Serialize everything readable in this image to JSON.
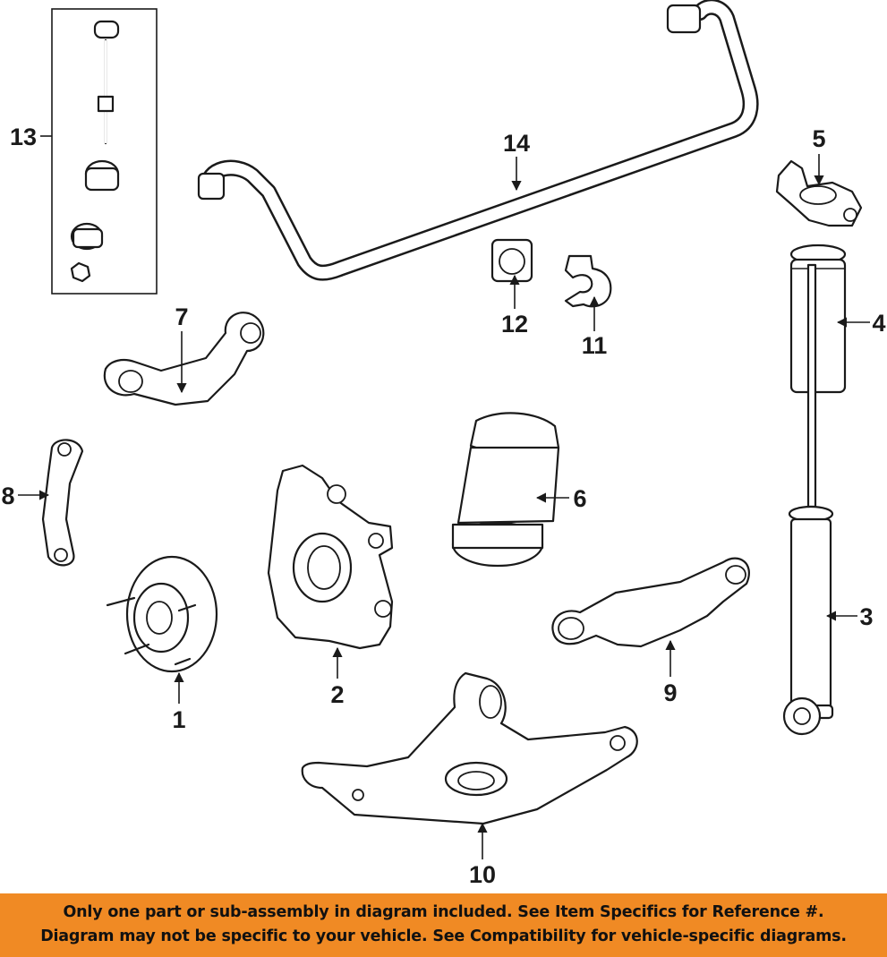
{
  "colors": {
    "banner_background": "#f08a24",
    "line_art": "#1a1a1a"
  },
  "callouts": {
    "c1": "1",
    "c2": "2",
    "c3": "3",
    "c4": "4",
    "c5": "5",
    "c6": "6",
    "c7": "7",
    "c8": "8",
    "c9": "9",
    "c10": "10",
    "c11": "11",
    "c12": "12",
    "c13": "13",
    "c14": "14"
  },
  "banner": {
    "line1": "Only one part or sub-assembly in diagram included. See Item Specifics for Reference #.",
    "line2": "Diagram may not be specific to your vehicle. See Compatibility for vehicle-specific diagrams."
  }
}
